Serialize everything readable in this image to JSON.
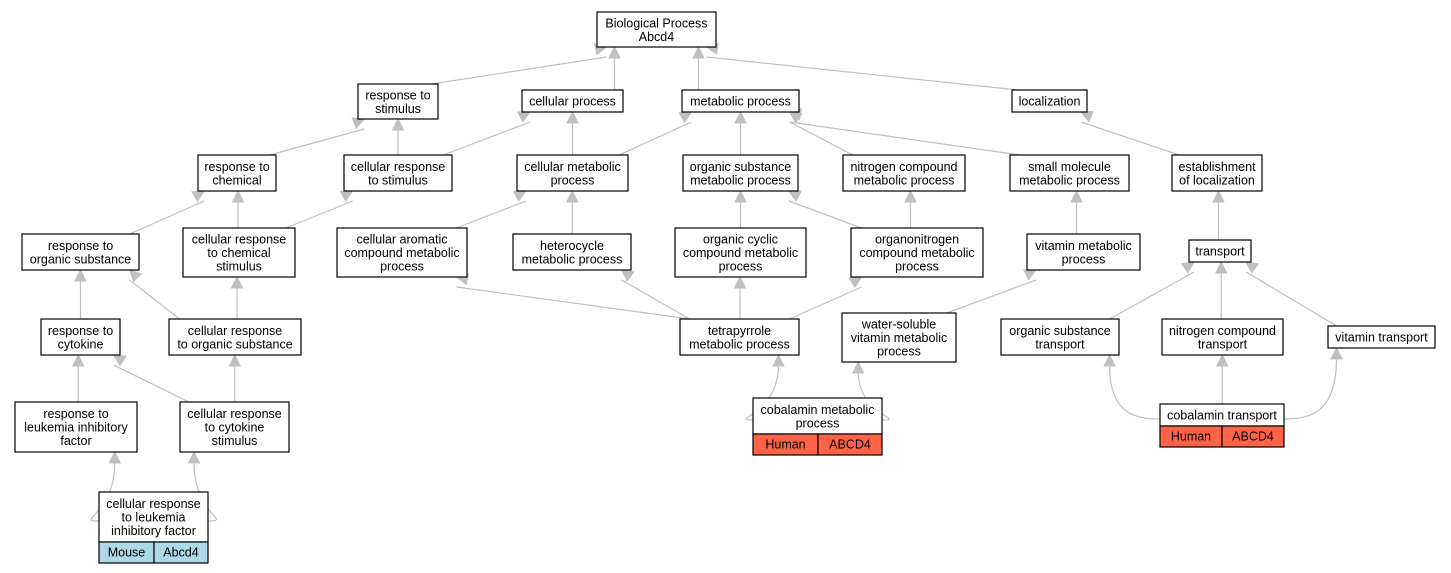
{
  "colors": {
    "edge": "#c0c0c0",
    "node_fill": "#ffffff",
    "node_border": "#000000",
    "human_annotation": "#ff6347",
    "mouse_annotation": "#add8e6"
  },
  "nodes": {
    "root": [
      "Biological Process",
      "Abcd4"
    ],
    "response_to_stimulus": [
      "response to",
      "stimulus"
    ],
    "cellular_process": [
      "cellular process"
    ],
    "metabolic_process": [
      "metabolic process"
    ],
    "localization": [
      "localization"
    ],
    "response_to_chemical": [
      "response to",
      "chemical"
    ],
    "cellular_response_to_stimulus": [
      "cellular response",
      "to stimulus"
    ],
    "cellular_metabolic_process": [
      "cellular metabolic",
      "process"
    ],
    "organic_substance_metabolic_process": [
      "organic substance",
      "metabolic process"
    ],
    "nitrogen_compound_metabolic_process": [
      "nitrogen compound",
      "metabolic process"
    ],
    "small_molecule_metabolic_process": [
      "small molecule",
      "metabolic process"
    ],
    "establishment_of_localization": [
      "establishment",
      "of localization"
    ],
    "response_to_organic_substance": [
      "response to",
      "organic substance"
    ],
    "cellular_response_to_chemical_stimulus": [
      "cellular response",
      "to chemical",
      "stimulus"
    ],
    "cellular_aromatic_compound_metabolic_process": [
      "cellular aromatic",
      "compound metabolic",
      "process"
    ],
    "heterocycle_metabolic_process": [
      "heterocycle",
      "metabolic process"
    ],
    "organic_cyclic_compound_metabolic_process": [
      "organic cyclic",
      "compound metabolic",
      "process"
    ],
    "organonitrogen_compound_metabolic_process": [
      "organonitrogen",
      "compound metabolic",
      "process"
    ],
    "vitamin_metabolic_process": [
      "vitamin metabolic",
      "process"
    ],
    "transport": [
      "transport"
    ],
    "response_to_cytokine": [
      "response to",
      "cytokine"
    ],
    "cellular_response_to_organic_substance": [
      "cellular response",
      "to organic substance"
    ],
    "tetrapyrrole_metabolic_process": [
      "tetrapyrrole",
      "metabolic process"
    ],
    "water_soluble_vitamin_metabolic_process": [
      "water-soluble",
      "vitamin metabolic",
      "process"
    ],
    "organic_substance_transport": [
      "organic substance",
      "transport"
    ],
    "nitrogen_compound_transport": [
      "nitrogen compound",
      "transport"
    ],
    "vitamin_transport": [
      "vitamin transport"
    ],
    "response_to_leukemia_inhibitory_factor": [
      "response to",
      "leukemia inhibitory",
      "factor"
    ],
    "cellular_response_to_cytokine_stimulus": [
      "cellular response",
      "to cytokine",
      "stimulus"
    ],
    "cobalamin_metabolic_process": [
      "cobalamin metabolic",
      "process"
    ],
    "cobalamin_transport": [
      "cobalamin transport"
    ],
    "cellular_response_to_leukemia_inhibitory_factor": [
      "cellular response",
      "to leukemia",
      "inhibitory factor"
    ]
  },
  "annotations": {
    "cobalamin_metabolic_process": {
      "species": "Human",
      "gene": "ABCD4",
      "color_key": "human_annotation"
    },
    "cobalamin_transport": {
      "species": "Human",
      "gene": "ABCD4",
      "color_key": "human_annotation"
    },
    "cellular_response_to_leukemia_inhibitory_factor": {
      "species": "Mouse",
      "gene": "Abcd4",
      "color_key": "mouse_annotation"
    }
  },
  "edges": [
    [
      "response_to_stimulus",
      "root"
    ],
    [
      "cellular_process",
      "root"
    ],
    [
      "metabolic_process",
      "root"
    ],
    [
      "localization",
      "root"
    ],
    [
      "response_to_chemical",
      "response_to_stimulus"
    ],
    [
      "cellular_response_to_stimulus",
      "response_to_stimulus"
    ],
    [
      "cellular_response_to_stimulus",
      "cellular_process"
    ],
    [
      "cellular_metabolic_process",
      "cellular_process"
    ],
    [
      "cellular_metabolic_process",
      "metabolic_process"
    ],
    [
      "organic_substance_metabolic_process",
      "metabolic_process"
    ],
    [
      "nitrogen_compound_metabolic_process",
      "metabolic_process"
    ],
    [
      "small_molecule_metabolic_process",
      "metabolic_process"
    ],
    [
      "establishment_of_localization",
      "localization"
    ],
    [
      "response_to_organic_substance",
      "response_to_chemical"
    ],
    [
      "cellular_response_to_chemical_stimulus",
      "response_to_chemical"
    ],
    [
      "cellular_response_to_chemical_stimulus",
      "cellular_response_to_stimulus"
    ],
    [
      "cellular_aromatic_compound_metabolic_process",
      "cellular_metabolic_process"
    ],
    [
      "heterocycle_metabolic_process",
      "cellular_metabolic_process"
    ],
    [
      "organic_cyclic_compound_metabolic_process",
      "organic_substance_metabolic_process"
    ],
    [
      "organonitrogen_compound_metabolic_process",
      "organic_substance_metabolic_process"
    ],
    [
      "organonitrogen_compound_metabolic_process",
      "nitrogen_compound_metabolic_process"
    ],
    [
      "vitamin_metabolic_process",
      "small_molecule_metabolic_process"
    ],
    [
      "transport",
      "establishment_of_localization"
    ],
    [
      "response_to_cytokine",
      "response_to_organic_substance"
    ],
    [
      "cellular_response_to_organic_substance",
      "response_to_organic_substance"
    ],
    [
      "cellular_response_to_organic_substance",
      "cellular_response_to_chemical_stimulus"
    ],
    [
      "tetrapyrrole_metabolic_process",
      "cellular_aromatic_compound_metabolic_process"
    ],
    [
      "tetrapyrrole_metabolic_process",
      "heterocycle_metabolic_process"
    ],
    [
      "tetrapyrrole_metabolic_process",
      "organic_cyclic_compound_metabolic_process"
    ],
    [
      "tetrapyrrole_metabolic_process",
      "organonitrogen_compound_metabolic_process"
    ],
    [
      "water_soluble_vitamin_metabolic_process",
      "vitamin_metabolic_process"
    ],
    [
      "organic_substance_transport",
      "transport"
    ],
    [
      "nitrogen_compound_transport",
      "transport"
    ],
    [
      "vitamin_transport",
      "transport"
    ],
    [
      "response_to_leukemia_inhibitory_factor",
      "response_to_cytokine"
    ],
    [
      "cellular_response_to_cytokine_stimulus",
      "response_to_cytokine"
    ],
    [
      "cellular_response_to_cytokine_stimulus",
      "cellular_response_to_organic_substance"
    ],
    [
      "cobalamin_metabolic_process",
      "tetrapyrrole_metabolic_process"
    ],
    [
      "cobalamin_metabolic_process",
      "water_soluble_vitamin_metabolic_process"
    ],
    [
      "cobalamin_transport",
      "organic_substance_transport"
    ],
    [
      "cobalamin_transport",
      "nitrogen_compound_transport"
    ],
    [
      "cobalamin_transport",
      "vitamin_transport"
    ],
    [
      "cellular_response_to_leukemia_inhibitory_factor",
      "response_to_leukemia_inhibitory_factor"
    ],
    [
      "cellular_response_to_leukemia_inhibitory_factor",
      "cellular_response_to_cytokine_stimulus"
    ]
  ]
}
